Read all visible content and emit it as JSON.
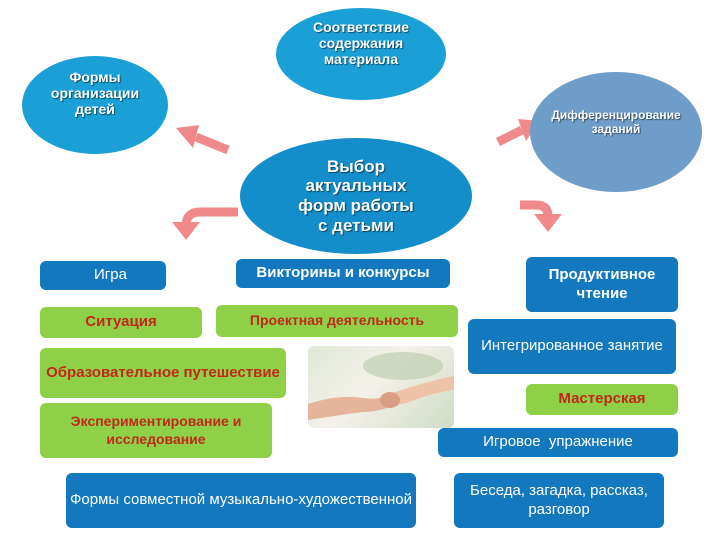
{
  "colors": {
    "blue_box": "#1478be",
    "green_box": "#8ed148",
    "green_text": "#c0281b",
    "center_ellipse": "#148ecb",
    "top_ellipse": "#1aa0d6",
    "left_ellipse": "#1aa0d6",
    "right_ellipse": "#6d9dc8",
    "arrow": "#f08a8a"
  },
  "ellipses": {
    "center": "Выбор актуальных форм работы с детьми",
    "top": "Соответствие содержания материала",
    "left": "Формы организации детей",
    "right": "Дифференцирование заданий"
  },
  "boxes": {
    "igra": "Игра",
    "viktoriny": "Викторины и конкурсы",
    "produktivnoe": "Продуктивное чтение",
    "situaciya": "Ситуация",
    "proektnaya": "Проектная деятельность",
    "integrirovannoe": "Интегрированное занятие",
    "obrazovatelnoe": "Образовательное путешествие",
    "masterskaya": "Мастерская",
    "eksperimentirovanie": "Экспериментирование и исследование",
    "igrovoe": "Игровое  упражнение",
    "formy_sovmestnoy": "Формы совместной музыкально-художественной",
    "beseda": "Беседа, загадка, рассказ, разговор"
  },
  "icons": {
    "arrows": [
      "arrow-up-left",
      "arrow-up-right",
      "arrow-down-left",
      "arrow-down-right"
    ],
    "photo": "holding-hands-photo"
  }
}
